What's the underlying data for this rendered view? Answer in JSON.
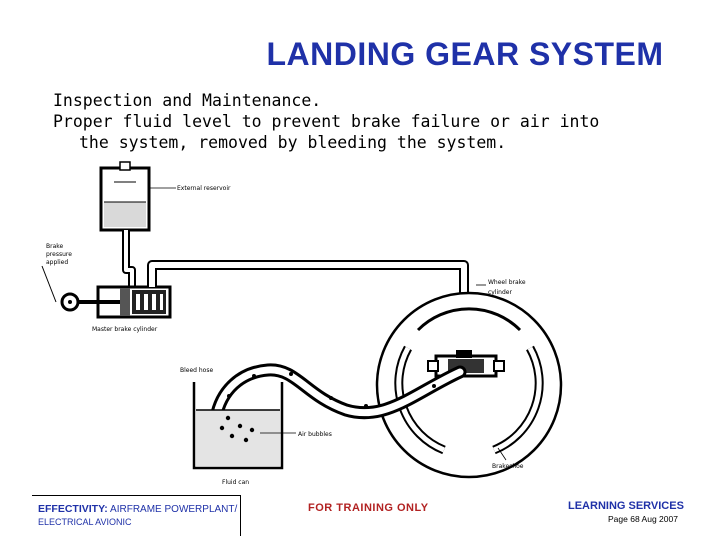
{
  "slide": {
    "title": "LANDING GEAR SYSTEM",
    "line1": "Inspection and Maintenance.",
    "line2": "Proper fluid level to prevent brake failure or air into",
    "line3": "the system, removed by bleeding the system."
  },
  "diagram": {
    "labels": {
      "external_reservoir": "External reservoir",
      "brake_pressure_1": "Brake",
      "brake_pressure_2": "pressure",
      "brake_pressure_3": "applied",
      "wheel_brake_1": "Wheel brake",
      "wheel_brake_2": "cylinder",
      "master_cylinder": "Master brake cylinder",
      "bleed_hose": "Bleed hose",
      "air_bubbles": "Air bubbles",
      "brake_shoe": "Brakeshoe",
      "fluid_can": "Fluid can"
    }
  },
  "footer": {
    "effectivity_label": "EFFECTIVITY:",
    "effectivity_line1": "AIRFRAME POWERPLANT/",
    "effectivity_line2": "ELECTRICAL AVIONIC",
    "training": "FOR TRAINING ONLY",
    "learning": "LEARNING SERVICES",
    "page_date": "Page 68 Aug 2007"
  }
}
